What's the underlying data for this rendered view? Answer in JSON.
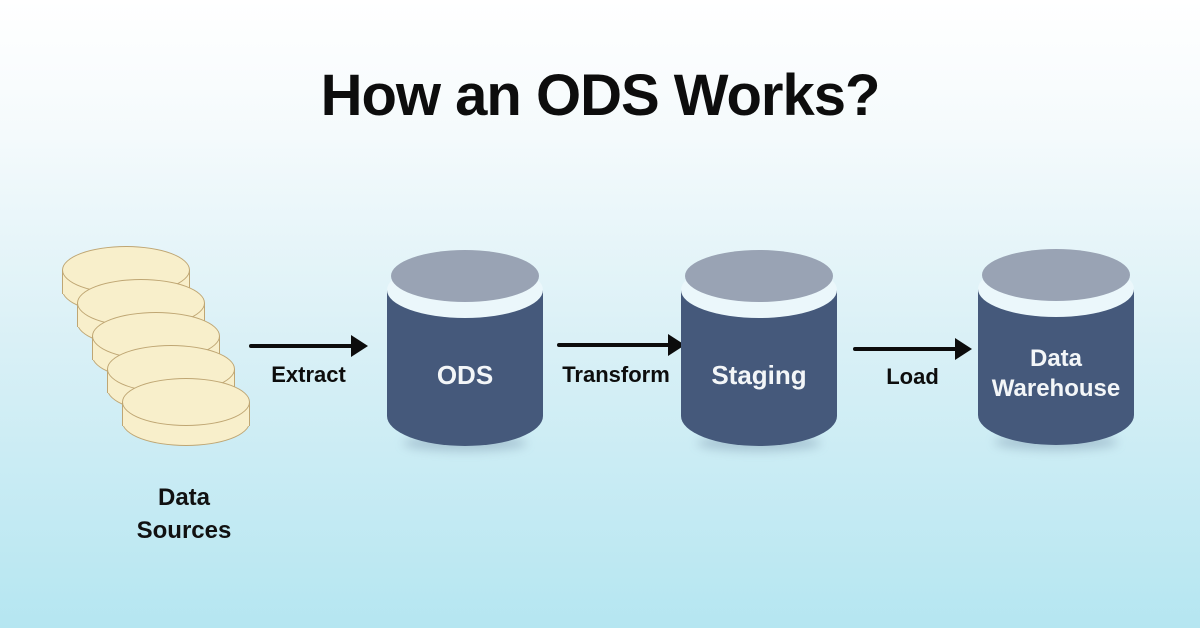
{
  "title": "How an ODS Works?",
  "nodes": {
    "data_sources": {
      "line1": "Data",
      "line2": "Sources",
      "icon": "database-stack-icon",
      "disk_count": 5
    },
    "ods": {
      "label": "ODS",
      "icon": "database-cylinder-icon"
    },
    "staging": {
      "label": "Staging",
      "icon": "database-cylinder-icon"
    },
    "warehouse": {
      "line1": "Data",
      "line2": "Warehouse",
      "icon": "database-cylinder-icon"
    }
  },
  "arrows": [
    {
      "label": "Extract",
      "icon": "right-arrow-icon"
    },
    {
      "label": "Transform",
      "icon": "right-arrow-icon"
    },
    {
      "label": "Load",
      "icon": "right-arrow-icon"
    }
  ],
  "colors": {
    "background_top": "#ffffff",
    "background_bottom": "#b5e6f1",
    "cylinder_body": "#45597b",
    "cylinder_cap": "#99a3b4",
    "cylinder_band": "#ebf7fb",
    "cylinder_text": "#f3f6f8",
    "disk_fill": "#f8efcb",
    "disk_stroke": "#bfa673",
    "arrow_color": "#0c0c0c",
    "title_color": "#0d0d0d"
  }
}
